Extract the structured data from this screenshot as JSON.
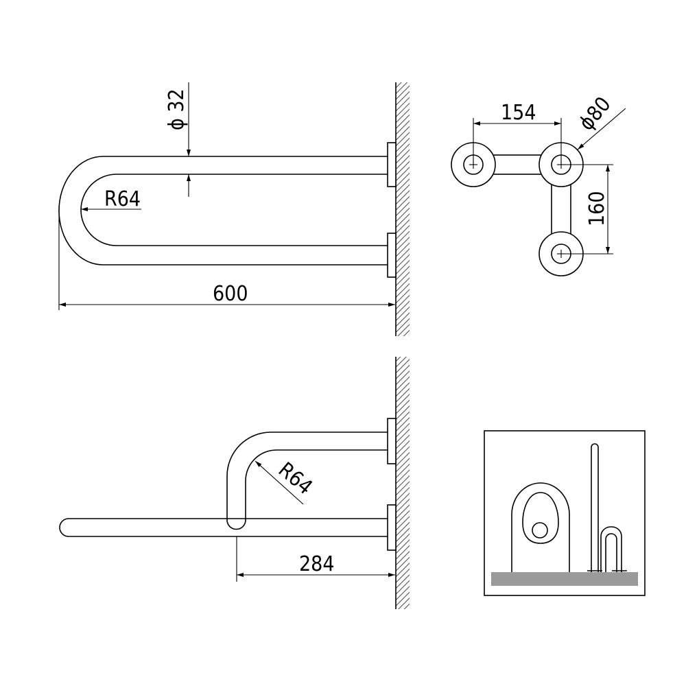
{
  "colors": {
    "line": "#000000",
    "background": "#ffffff",
    "floor": "#9a9a9a"
  },
  "views": {
    "top": {
      "label_diameter": "ϕ 32",
      "label_radius": "R64",
      "label_length": "600"
    },
    "flange_layout": {
      "label_spacing": "154",
      "label_flange_diameter": "ϕ80",
      "label_vertical_spacing": "160"
    },
    "side": {
      "label_radius": "R64",
      "label_offset": "284"
    },
    "usage_illustration": {}
  }
}
